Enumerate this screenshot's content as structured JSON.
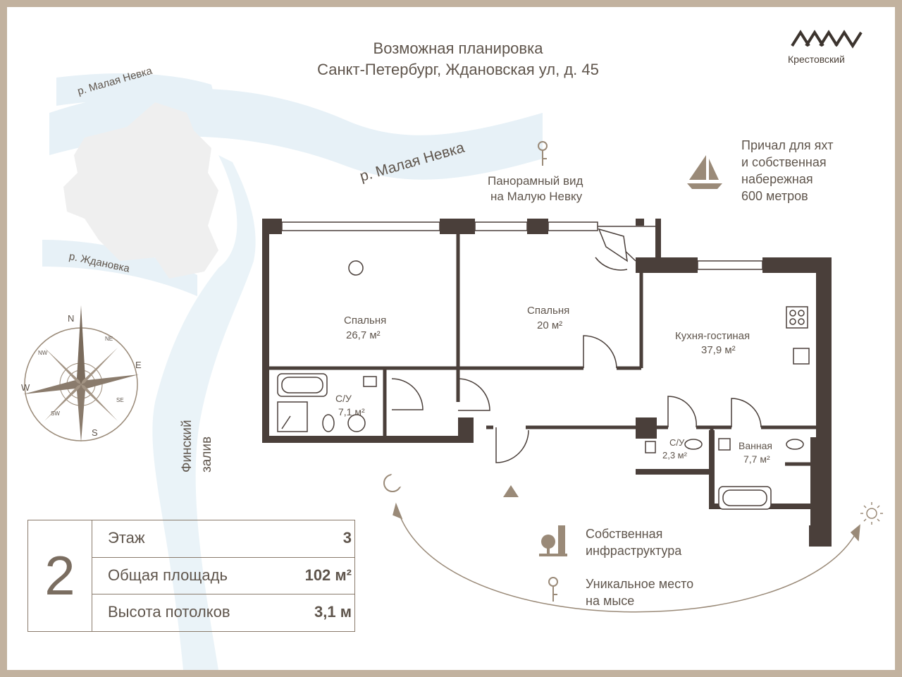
{
  "header": {
    "title": "Возможная планировка",
    "address": "Санкт-Петербург, Ждановская ул, д. 45"
  },
  "logo": {
    "mark": "ΙΛΛΚ",
    "name": "Крестовский"
  },
  "map_labels": {
    "river_small_top": "р. Малая Невка",
    "river_main": "р. Малая Невка",
    "river_zhdanovka": "р. Ждановка",
    "gulf": "Финский залив"
  },
  "features": {
    "view_line1": "Панорамный вид",
    "view_line2": "на Малую Невку",
    "pier_line1": "Причал для яхт",
    "pier_line2": "и собственная",
    "pier_line3": "набережная",
    "pier_line4": "600 метров",
    "infra_line1": "Собственная",
    "infra_line2": "инфраструктура",
    "unique_line1": "Уникальное место",
    "unique_line2": "на мысе"
  },
  "compass": {
    "n": "N",
    "s": "S",
    "e": "E",
    "w": "W",
    "ne": "NE",
    "nw": "NW",
    "se": "SE",
    "sw": "SW"
  },
  "rooms": {
    "bedroom1": {
      "name": "Спальня",
      "area": "26,7 м²"
    },
    "bedroom2": {
      "name": "Спальня",
      "area": "20 м²"
    },
    "kitchen": {
      "name": "Кухня-гостиная",
      "area": "37,9 м²"
    },
    "wc1": {
      "name": "С/У",
      "area": "7,1 м²"
    },
    "wc2": {
      "name": "С/У",
      "area": "2,3 м²"
    },
    "bath": {
      "name": "Ванная",
      "area": "7,7 м²"
    }
  },
  "info": {
    "rooms_count": "2",
    "floor_label": "Этаж",
    "floor_value": "3",
    "area_label": "Общая площадь",
    "area_value": "102 м²",
    "height_label": "Высота потолков",
    "height_value": "3,1 м"
  },
  "colors": {
    "wall": "#4a3f3a",
    "water": "#e6f0f6",
    "text": "#5f554c",
    "accent": "#9a8a78"
  }
}
